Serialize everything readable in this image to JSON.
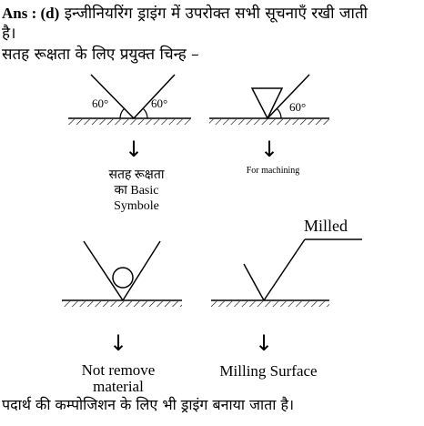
{
  "answer": {
    "prefix": "Ans : (d)",
    "text": " इन्जीनियरिंग ड्राइंग में उपरोक्त सभी सूचनाएँ रखी जाती",
    "continuation": "है।"
  },
  "surface_heading": "सतह रूक्षता के लिए प्रयुक्त चिन्ह –",
  "symbols": {
    "basic": {
      "angle_left": "60°",
      "angle_right": "60°",
      "caption_line1": "सतह रूक्षता",
      "caption_line2": "का Basic",
      "caption_line3": "Symbole"
    },
    "machining": {
      "angle": "60°",
      "caption": "For machining"
    },
    "not_remove": {
      "caption_line1": "Not remove",
      "caption_line2": "material"
    },
    "milling": {
      "label": "Milled",
      "caption": "Milling Surface"
    }
  },
  "arrow_glyph": "↓",
  "bottom_text": "पदार्थ की कम्पोजिशन के लिए भी ड्राइंग बनाया जाता है।"
}
